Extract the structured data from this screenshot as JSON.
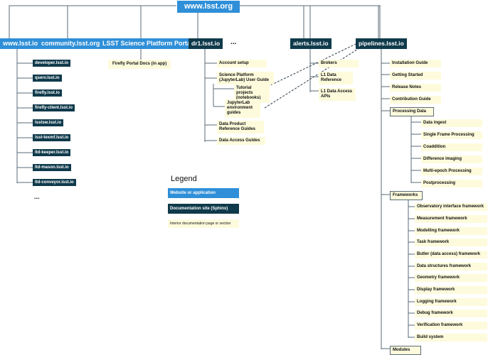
{
  "root": "www.lsst.org",
  "top_nodes": {
    "www": "www.lsst.io",
    "community": "community.lsst.org",
    "platform_portal": "LSST Science Platform Portal",
    "dr1": "dr1.lsst.io",
    "more": "...",
    "alerts": "alerts.lsst.io",
    "pipelines": "pipelines.lsst.io"
  },
  "www_children": [
    "developer.lsst.io",
    "qserv.lsst.io",
    "firefly.lsst.io",
    "firefly-client.lsst.io",
    "lsstsw.lsst.io",
    "lsst-texmf.lsst.io",
    "ltd-keeper.lsst.io",
    "ltd-mason.lsst.io",
    "ltd-conveyor.lsst.io"
  ],
  "www_more": "...",
  "portal_child": "Firefly Portal Docs (in app)",
  "dr1_children": {
    "account_setup": "Account setup",
    "science_platform": "Science Platform (JupyterLab) User Guide",
    "tutorial_projects": "Tutorial projects (notebooks)",
    "jupyterlab_guides": "JupyterLab environment guides",
    "data_product": "Data Product Reference Guides",
    "data_access": "Data Access Guides"
  },
  "alerts_children": {
    "brokers": "Brokers",
    "l1_data_reference": "L1 Data Reference",
    "l1_data_access": "L1 Data Access APIs"
  },
  "pipelines_children": {
    "installation": "Installation Guide",
    "getting_started": "Getting Started",
    "release_notes": "Release Notes",
    "contribution": "Contribution Guide",
    "processing_data": "Processing Data",
    "frameworks": "Frameworks",
    "modules": "Modules"
  },
  "processing_items": [
    "Data ingest",
    "Single Frame Processing",
    "Coaddition",
    "Difference imaging",
    "Multi-epoch Processing",
    "Postprocessing"
  ],
  "framework_items": [
    "Observatory interface framework",
    "Measurement framework",
    "Modelling framework",
    "Task framework",
    "Butler (data access) framework",
    "Data structures framework",
    "Geometry framework",
    "Display framework",
    "Logging framework",
    "Debug framework",
    "Verification framework",
    "Build system"
  ],
  "legend": {
    "title": "Legend",
    "website": "Website or application",
    "documentation": "Documentation site (Sphinx)",
    "interior": "Interior documentation page or section"
  },
  "colors": {
    "website": "#2f8fd8",
    "documentation": "#0f3a4b",
    "interior": "#fdfbdc",
    "connector": "#5a6b78"
  }
}
